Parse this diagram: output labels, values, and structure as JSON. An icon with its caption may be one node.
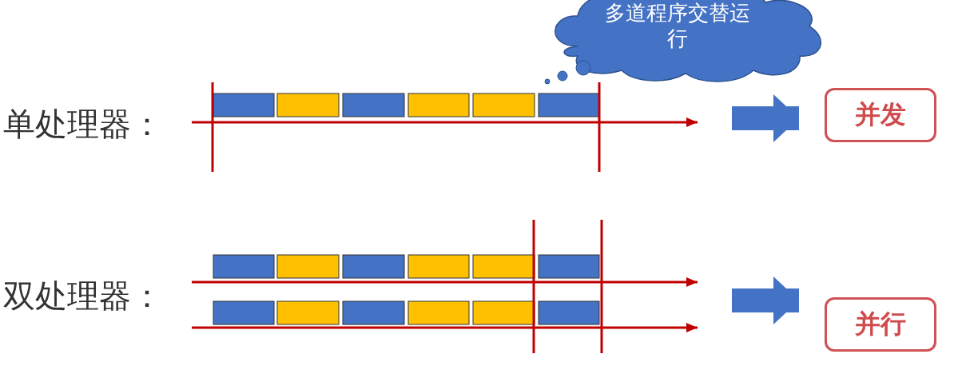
{
  "diagram": {
    "nodes": [
      {
        "text": [
          "多道程序交替运行"
        ]
      },
      {
        "text": [
          "并发"
        ]
      },
      {
        "text": [
          "并行"
        ]
      }
    ],
    "edges": [
      {
        "from": null,
        "to": 1,
        "arrow": "to",
        "color": "#4472c4"
      },
      {
        "from": null,
        "to": 2,
        "arrow": "to",
        "color": "#4472c4"
      }
    ],
    "labels": [
      "单处理器：",
      "双处理器："
    ]
  }
}
